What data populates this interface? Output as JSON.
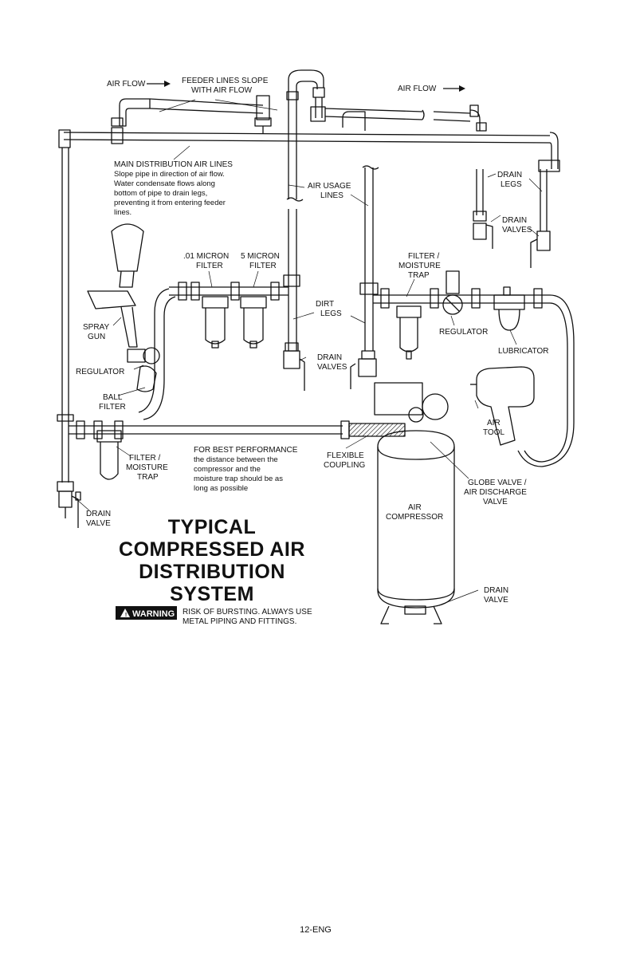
{
  "labels": {
    "air_flow_left": "AIR FLOW",
    "feeder_lines_1": "FEEDER LINES SLOPE",
    "feeder_lines_2": "WITH AIR FLOW",
    "air_flow_right": "AIR FLOW",
    "main_lines_1": "MAIN DISTRIBUTION AIR LINES",
    "main_lines_2": "Slope pipe in direction of air flow.",
    "main_lines_3": "Water condensate flows along",
    "main_lines_4": "bottom of pipe to drain legs,",
    "main_lines_5": "preventing it from entering feeder",
    "main_lines_6": "lines.",
    "air_usage_1": "AIR USAGE",
    "air_usage_2": "LINES",
    "drain_legs_1": "DRAIN",
    "drain_legs_2": "LEGS",
    "drain_valves_r1": "DRAIN",
    "drain_valves_r2": "VALVES",
    "filter_01_1": ".01 MICRON",
    "filter_01_2": "FILTER",
    "filter_5_1": "5 MICRON",
    "filter_5_2": "FILTER",
    "filter_trap_top_1": "FILTER /",
    "filter_trap_top_2": "MOISTURE",
    "filter_trap_top_3": "TRAP",
    "spray_gun_1": "SPRAY",
    "spray_gun_2": "GUN",
    "dirt_legs_1": "DIRT",
    "dirt_legs_2": "LEGS",
    "regulator_right": "REGULATOR",
    "lubricator": "LUBRICATOR",
    "regulator_left": "REGULATOR",
    "drain_valves_c1": "DRAIN",
    "drain_valves_c2": "VALVES",
    "ball_filter_1": "BALL",
    "ball_filter_2": "FILTER",
    "air_tool_1": "AIR",
    "air_tool_2": "TOOL",
    "filter_trap_low_1": "FILTER /",
    "filter_trap_low_2": "MOISTURE",
    "filter_trap_low_3": "TRAP",
    "best_perf_1": "FOR BEST PERFORMANCE",
    "best_perf_2": "the distance between the",
    "best_perf_3": "compressor and the",
    "best_perf_4": "moisture trap should be as",
    "best_perf_5": "long as possible",
    "flexible_1": "FLEXIBLE",
    "flexible_2": "COUPLING",
    "globe_1": "GLOBE VALVE /",
    "globe_2": "AIR DISCHARGE",
    "globe_3": "VALVE",
    "air_comp_1": "AIR",
    "air_comp_2": "COMPRESSOR",
    "drain_valve_l1": "DRAIN",
    "drain_valve_l2": "VALVE",
    "drain_valve_b1": "DRAIN",
    "drain_valve_b2": "VALVE"
  },
  "title": {
    "line1": "TYPICAL",
    "line2": "COMPRESSED AIR",
    "line3": "DISTRIBUTION",
    "line4": "SYSTEM"
  },
  "warning": {
    "badge": "WARNING",
    "text1": "RISK OF BURSTING. ALWAYS USE",
    "text2": "METAL PIPING AND FITTINGS."
  },
  "footer": {
    "page_number": "12-ENG"
  },
  "colors": {
    "line": "#111111",
    "warning_bg": "#111111",
    "warning_fg": "#ffffff"
  }
}
